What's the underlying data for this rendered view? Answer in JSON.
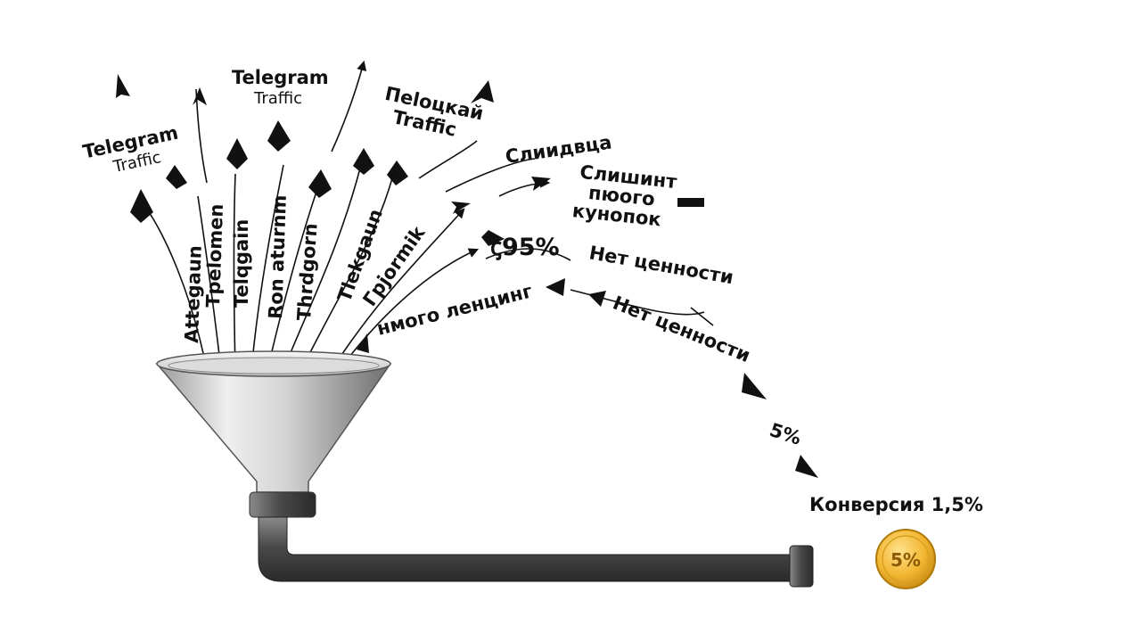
{
  "top_labels": {
    "telegram_traffic_left": {
      "title": "Telegram",
      "sub": "Traffic"
    },
    "telegram_traffic_top": {
      "title": "Telegram",
      "sub": "Traffic"
    },
    "other_traffic": {
      "title": "Пeloцкай",
      "sub": "Traffic"
    }
  },
  "stream_labels": [
    "Attegaun",
    "Tpelomen",
    "Telqgain",
    "Ron aturnm",
    "Thrdgorn",
    "Tlekgaun",
    "Гpjormik"
  ],
  "right_labels": {
    "slivalka": "Cлиидвца",
    "many_buttons_line1": "Слишинт",
    "many_buttons_line2": "пюого",
    "many_buttons_line3": "кунопок",
    "many_landings": "нмого ленцинг",
    "loss_percent": "ꞔ95%",
    "no_value_1": "Нет ценности",
    "no_value_2": "Нет ценности",
    "pass_percent": "5%",
    "conversion": "Конверсия 1,5%",
    "coin_label": "5%"
  },
  "colors": {
    "ink": "#111111",
    "funnel_light": "#e8e8e8",
    "funnel_dark": "#7a7a7a",
    "pipe": "#555555",
    "coin_gold": "#f2b632",
    "coin_dark": "#c98a12"
  }
}
